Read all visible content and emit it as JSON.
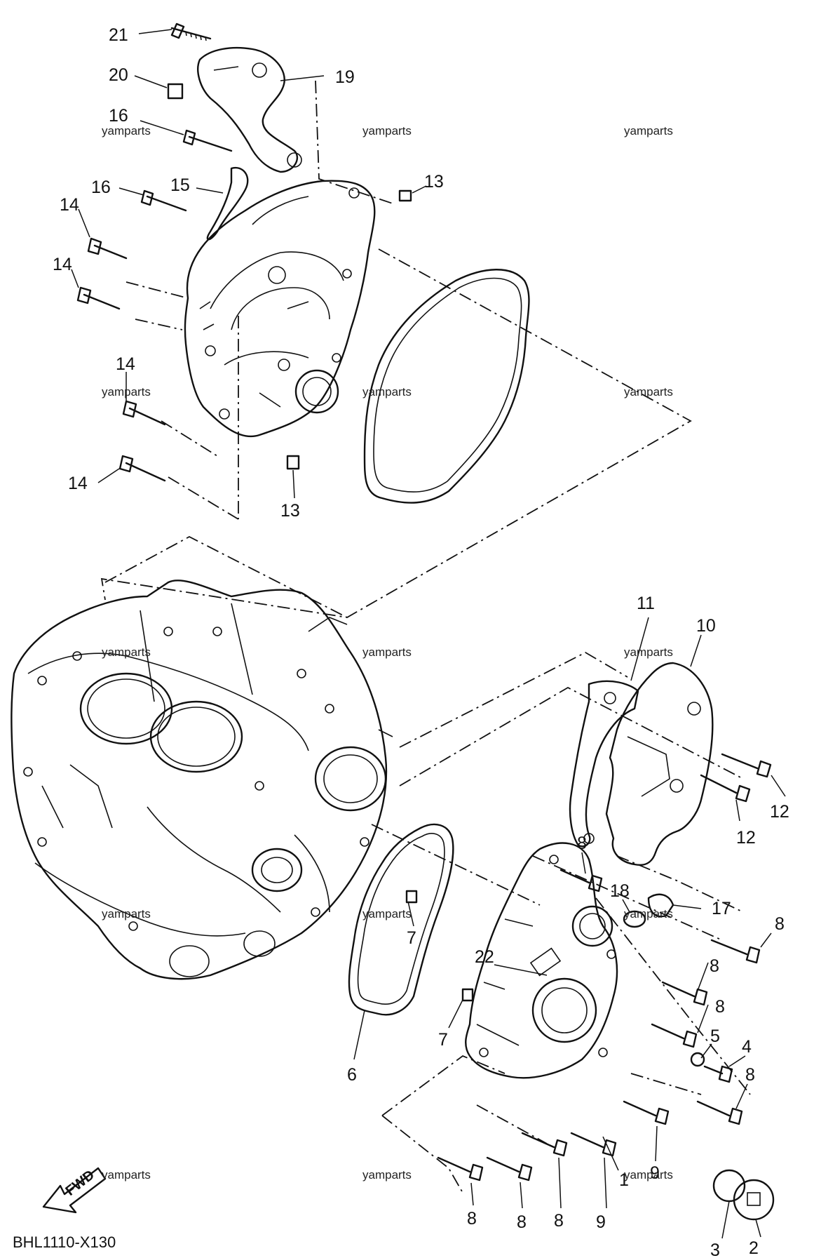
{
  "diagram": {
    "code": "BHL1110-X130",
    "fwd_label": "FWD",
    "watermark": "yamparts",
    "callouts": [
      "21",
      "20",
      "19",
      "16",
      "16",
      "15",
      "14",
      "14",
      "14",
      "14",
      "13",
      "13",
      "11",
      "10",
      "12",
      "12",
      "8",
      "18",
      "17",
      "8",
      "8",
      "8",
      "22",
      "7",
      "7",
      "6",
      "5",
      "4",
      "8",
      "1",
      "9",
      "8",
      "8",
      "8",
      "9",
      "3",
      "2"
    ]
  }
}
